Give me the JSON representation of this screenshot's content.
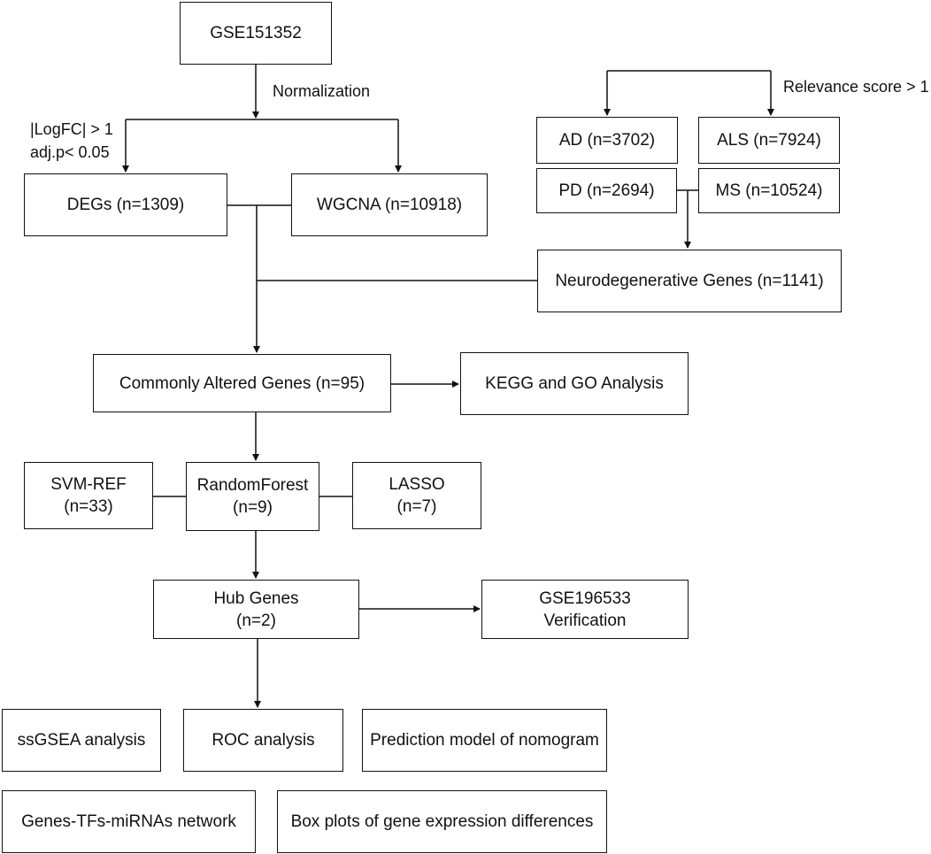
{
  "nodes": {
    "gse151352": "GSE151352",
    "degs": "DEGs (n=1309)",
    "wgcna": "WGCNA  (n=10918)",
    "ad": "AD  (n=3702)",
    "als": "ALS  (n=7924)",
    "pd": "PD (n=2694)",
    "ms": "MS (n=10524)",
    "neuro": "Neurodegenerative Genes (n=1141)",
    "common": "Commonly Altered Genes (n=95)",
    "kegg": "KEGG and GO Analysis",
    "svm_line1": "SVM-REF",
    "svm_line2": "(n=33)",
    "rf_line1": "RandomForest",
    "rf_line2": "(n=9)",
    "lasso_line1": "LASSO",
    "lasso_line2": "(n=7)",
    "hub_line1": "Hub Genes",
    "hub_line2": "(n=2)",
    "gse196533_line1": "GSE196533",
    "gse196533_line2": "Verification",
    "ssgsea": "ssGSEA analysis",
    "roc": "ROC analysis",
    "nomogram": "Prediction model of nomogram",
    "network": "Genes-TFs-miRNAs network",
    "boxplots": "Box plots of gene expression differences"
  },
  "edge_labels": {
    "normalization": "Normalization",
    "logfc": "|LogFC| > 1",
    "adjp": "adj.p< 0.05",
    "relevance": "Relevance score > 1"
  },
  "colors": {
    "line": "#111111",
    "background": "#ffffff"
  }
}
